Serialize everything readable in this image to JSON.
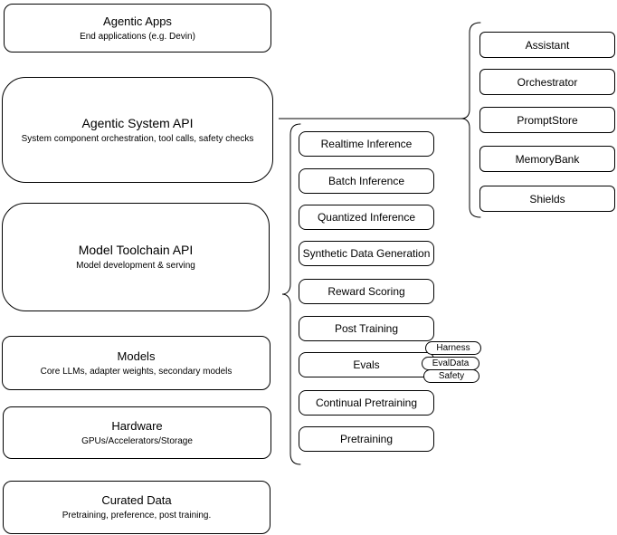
{
  "diagram": {
    "title_implicit": "Agentic system stack diagram",
    "colors": {
      "stroke": "#000000",
      "background": "#ffffff",
      "text": "#000000"
    },
    "left_stack": [
      {
        "title": "Agentic Apps",
        "subtitle": "End applications (e.g. Devin)"
      },
      {
        "title": "Agentic System API",
        "subtitle": "System component orchestration, tool calls, safety checks"
      },
      {
        "title": "Model Toolchain API",
        "subtitle": "Model development & serving"
      },
      {
        "title": "Models",
        "subtitle": "Core LLMs, adapter weights, secondary models"
      },
      {
        "title": "Hardware",
        "subtitle": "GPUs/Accelerators/Storage"
      },
      {
        "title": "Curated Data",
        "subtitle": "Pretraining, preference, post training."
      }
    ],
    "toolchain_components": [
      "Realtime Inference",
      "Batch Inference",
      "Quantized Inference",
      "Synthetic Data Generation",
      "Reward Scoring",
      "Post Training",
      "Evals",
      "Continual Pretraining",
      "Pretraining"
    ],
    "evals_tags": [
      "Harness",
      "EvalData",
      "Safety"
    ],
    "system_components": [
      "Assistant",
      "Orchestrator",
      "PromptStore",
      "MemoryBank",
      "Shields"
    ]
  }
}
